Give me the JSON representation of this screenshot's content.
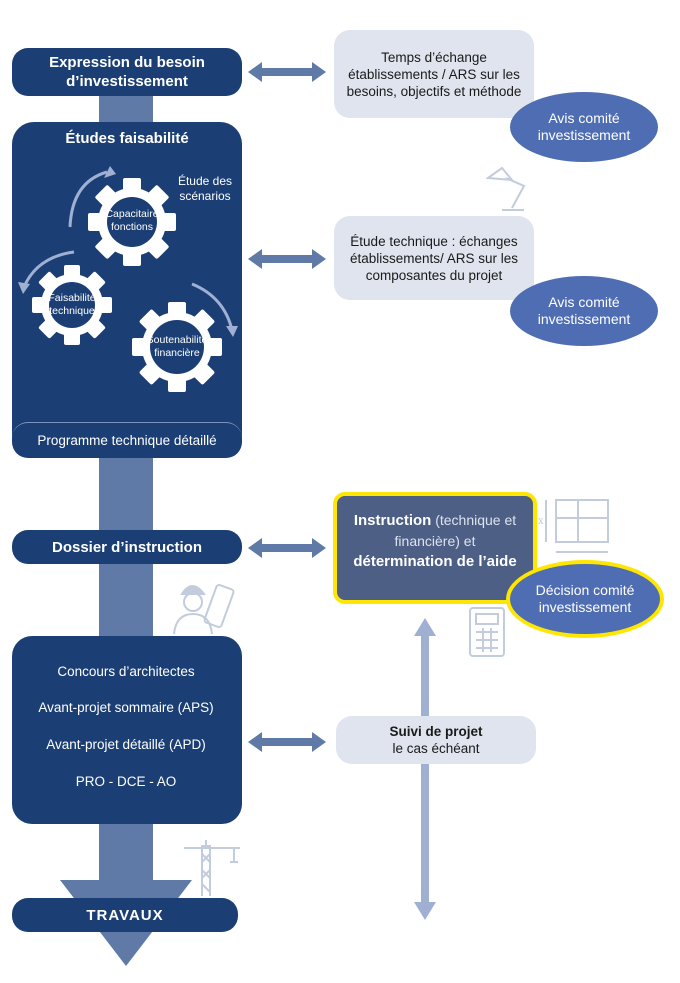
{
  "left": {
    "expression": "Expression du besoin d’investissement",
    "etudes_title": "Études faisabilité",
    "gears": {
      "capacitaire": "Capacitaire fonctions",
      "faisabilite": "Faisabilité technique",
      "soutenabilite": "Soutenabilité financière",
      "scenarios": "Étude des scénarios"
    },
    "programme": "Programme technique détaillé",
    "dossier": "Dossier d’instruction",
    "phases": [
      "Concours d’architectes",
      "Avant-projet sommaire (APS)",
      "Avant-projet détaillé (APD)",
      "PRO - DCE - AO"
    ],
    "travaux": "TRAVAUX"
  },
  "right": {
    "bubble1": "Temps d’échange établissements / ARS sur les besoins, objectifs et méthode",
    "avis1": "Avis comité investissement",
    "bubble2": "Étude technique : échanges établissements/ ARS sur les composantes du projet",
    "avis2": "Avis comité investissement",
    "instruction": {
      "bold1": "Instruction",
      "light": " (technique et financière) et ",
      "bold2": "détermination de l’aide"
    },
    "decision": "Décision comité investissement",
    "suivi_bold": "Suivi de projet",
    "suivi_rest": "le cas échéant"
  },
  "colors": {
    "navy": "#1b3f74",
    "trunk": "#5f7aa7",
    "bubble": "#dfe4ee",
    "oval": "#4e6db2",
    "highlight": "#ffe600"
  }
}
